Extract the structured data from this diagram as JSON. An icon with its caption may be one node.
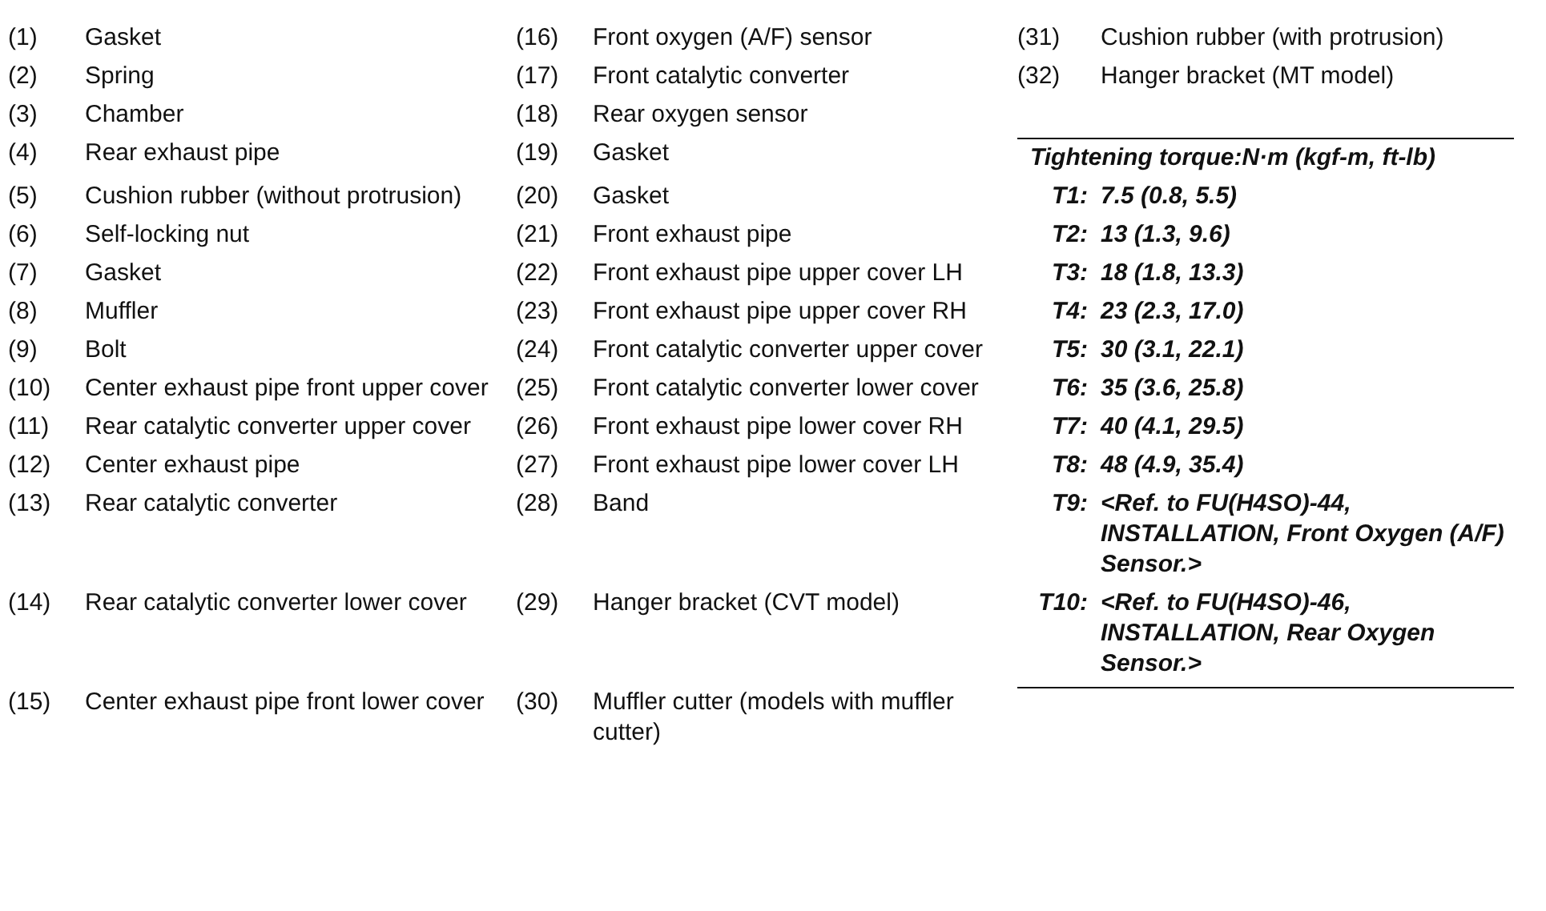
{
  "diagram": {
    "labels": [
      "(1)",
      "Gasket",
      "(16)",
      "Front oxygen (A/F) sensor",
      "(31)",
      "Cushion rubber (with protrusion)",
      "(2)",
      "Spring",
      "(17)",
      "Front catalytic converter",
      "(32)",
      "Hanger bracket (MT model)",
      "(3)",
      "Chamber",
      "(18)",
      "Rear oxygen sensor",
      "(4)",
      "Rear exhaust pipe",
      "(19)",
      "Gasket",
      "Tightening torque:N·m (kgf-m, ft-lb)",
      "(5)",
      "Cushion rubber (without protrusion)",
      "(20)",
      "Gasket",
      "T1:",
      "7.5 (0.8, 5.5)",
      "(6)",
      "Self-locking nut",
      "(21)",
      "Front exhaust pipe",
      "T2:",
      "13 (1.3, 9.6)",
      "(7)",
      "Gasket",
      "(22)",
      "Front exhaust pipe upper cover LH",
      "T3:",
      "18 (1.8, 13.3)",
      "(8)",
      "Muffler",
      "(23)",
      "Front exhaust pipe upper cover RH",
      "T4:",
      "23 (2.3, 17.0)",
      "(9)",
      "Bolt",
      "(24)",
      "Front catalytic converter upper cover",
      "T5:",
      "30 (3.1, 22.1)",
      "(10)",
      "Center exhaust pipe front upper cover",
      "(25)",
      "Front catalytic converter lower cover",
      "T6:",
      "35 (3.6, 25.8)",
      "(11)",
      "Rear catalytic converter upper cover",
      "(26)",
      "Front exhaust pipe lower cover RH",
      "T7:",
      "40 (4.1, 29.5)",
      "(12)",
      "Center exhaust pipe",
      "(27)",
      "Front exhaust pipe lower cover LH",
      "T8:",
      "48 (4.9, 35.4)",
      "(13)",
      "Rear catalytic converter",
      "(28)",
      "Band",
      "T9:",
      "<Ref. to FU(H4SO)-44, INSTALLATION, Front Oxygen (A/F) Sensor.>",
      "(14)",
      "Rear catalytic converter lower cover",
      "(29)",
      "Hanger bracket (CVT model)",
      "T10:",
      "<Ref. to FU(H4SO)-46, INSTALLATION, Rear Oxygen Sensor.>",
      "(15)",
      "Center exhaust pipe front lower cover",
      "(30)",
      "Muffler cutter (models with muffler cutter)"
    ]
  }
}
